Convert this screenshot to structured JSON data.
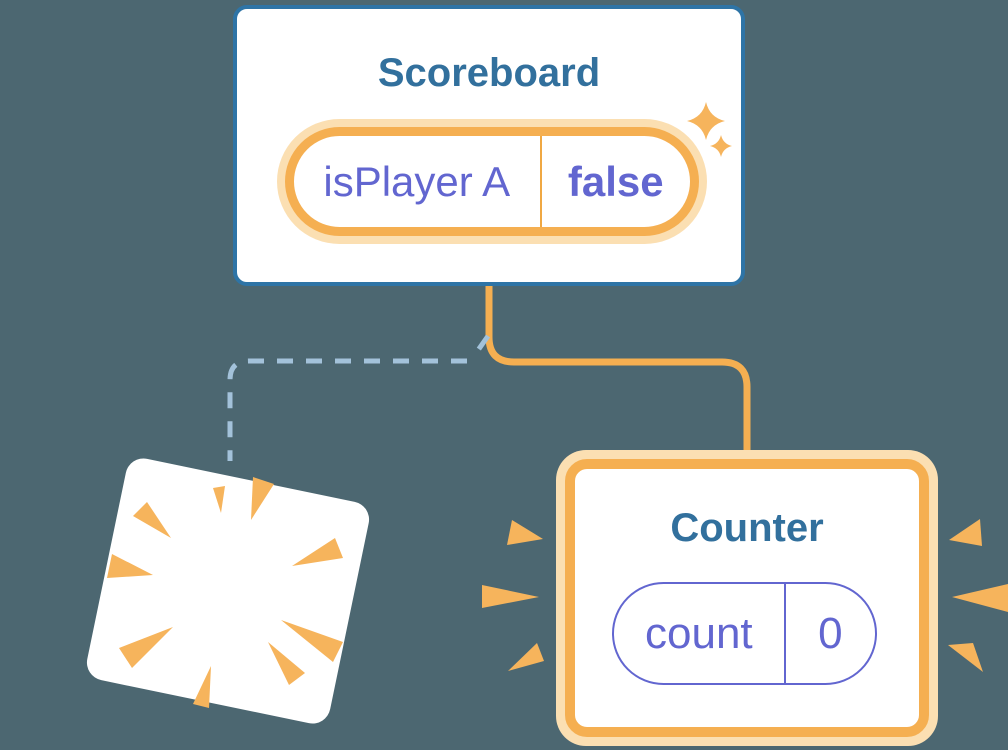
{
  "colors": {
    "background": "#4C6771",
    "card_background": "#FFFFFF",
    "scoreboard_border": "#2E74A6",
    "component_title": "#32709D",
    "accent_orange": "#F5AF51",
    "accent_orange_light": "#FBDFB2",
    "state_purple": "#6266D0",
    "pill_divider_orange": "#F0A843",
    "dashed_connector": "#A3C2DA",
    "sparkle_orange": "#F6B45C"
  },
  "scoreboard": {
    "title": "Scoreboard",
    "state": {
      "name": "isPlayer A",
      "value": "false"
    }
  },
  "counter": {
    "title": "Counter",
    "state": {
      "name": "count",
      "value": "0"
    }
  }
}
